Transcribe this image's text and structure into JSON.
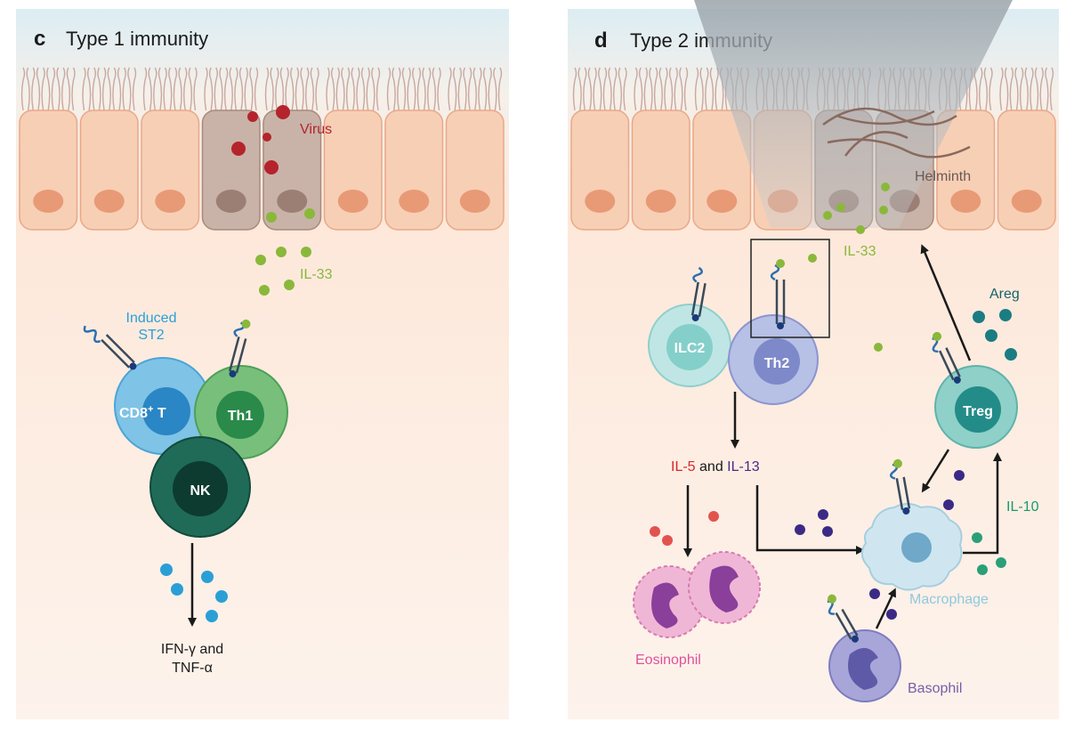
{
  "panel_c": {
    "letter": "c",
    "title": "Type 1 immunity",
    "virus_label": "Virus",
    "il33_label": "IL-33",
    "induced_st2_label": [
      "Induced",
      "ST2"
    ],
    "cd8_label": "CD8",
    "cd8_sup": "+",
    "cd8_suffix": " T",
    "th1_label": "Th1",
    "nk_label": "NK",
    "output_label": [
      "IFN-γ and",
      "TNF-α"
    ]
  },
  "panel_d": {
    "letter": "d",
    "title": "Type 2 immunity",
    "helminth_label": "Helminth",
    "il33_label": "IL-33",
    "areg_label": "Areg",
    "ilc2_label": "ILC2",
    "th2_label": "Th2",
    "treg_label": "Treg",
    "il5_label": "IL-5",
    "and_label": " and ",
    "il13_label": "IL-13",
    "il10_label": "IL-10",
    "macrophage_label": "Macrophage",
    "eosinophil_label": "Eosinophil",
    "basophil_label": "Basophil"
  },
  "colors": {
    "virus": "#b5242c",
    "il33": "#8ab83a",
    "st2": "#2a9fd6",
    "il5": "#d8262a",
    "il13": "#4b2a85",
    "il10": "#1a9a6a",
    "treg_text": "#176268",
    "macrophage_text": "#8fc9dd",
    "eosinophil_text": "#e0509a",
    "basophil_text": "#7a5ca8",
    "helminth_text": "#6a5a55"
  }
}
